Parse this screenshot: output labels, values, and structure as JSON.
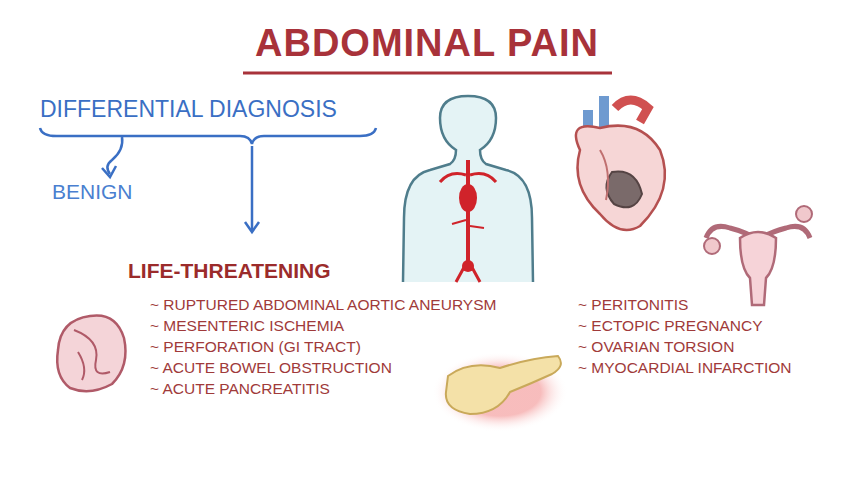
{
  "diagram": {
    "title": "ABDOMINAL PAIN",
    "labels": [
      "DIFFERENTIAL DIAGNOSIS",
      "BENIGN",
      "LIFE-THREATENING",
      "~ RUPTURED ABDOMINAL AORTIC ANEURYSM",
      "~ MESENTERIC ISCHEMIA",
      "~ PERFORATION (GI TRACT)",
      "~ ACUTE BOWEL OBSTRUCTION",
      "~ ACUTE PANCREATITIS",
      "~ PERITONITIS",
      "~ ECTOPIC PREGNANCY",
      "~ OVARIAN TORSION",
      "~ MYOCARDIAL INFARCTION"
    ]
  }
}
